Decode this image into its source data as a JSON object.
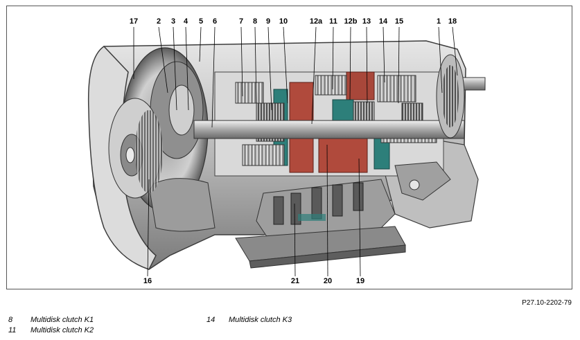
{
  "diagram": {
    "callouts": [
      {
        "id": "c17",
        "label": "17"
      },
      {
        "id": "c2",
        "label": "2"
      },
      {
        "id": "c3",
        "label": "3"
      },
      {
        "id": "c4",
        "label": "4"
      },
      {
        "id": "c5",
        "label": "5"
      },
      {
        "id": "c6",
        "label": "6"
      },
      {
        "id": "c7",
        "label": "7"
      },
      {
        "id": "c8",
        "label": "8"
      },
      {
        "id": "c9",
        "label": "9"
      },
      {
        "id": "c10",
        "label": "10"
      },
      {
        "id": "c12a",
        "label": "12a"
      },
      {
        "id": "c11",
        "label": "11"
      },
      {
        "id": "c12b",
        "label": "12b"
      },
      {
        "id": "c13",
        "label": "13"
      },
      {
        "id": "c14",
        "label": "14"
      },
      {
        "id": "c15",
        "label": "15"
      },
      {
        "id": "c1",
        "label": "1"
      },
      {
        "id": "c18",
        "label": "18"
      },
      {
        "id": "c16",
        "label": "16"
      },
      {
        "id": "c21",
        "label": "21"
      },
      {
        "id": "c20",
        "label": "20"
      },
      {
        "id": "c19",
        "label": "19"
      }
    ],
    "figure_id": "P27.10-2202-79"
  },
  "legend": [
    {
      "num": "8",
      "text": "Multidisk clutch K1"
    },
    {
      "num": "11",
      "text": "Multidisk clutch K2"
    },
    {
      "num": "14",
      "text": "Multidisk clutch K3"
    }
  ],
  "colors": {
    "housing": "#c9c9c9",
    "housing_dark": "#6e6e6e",
    "cutaway_red": "#b04a3c",
    "cutaway_teal": "#2d7f7a",
    "shaft": "#d8d8d8",
    "pan": "#8a8a8a"
  }
}
